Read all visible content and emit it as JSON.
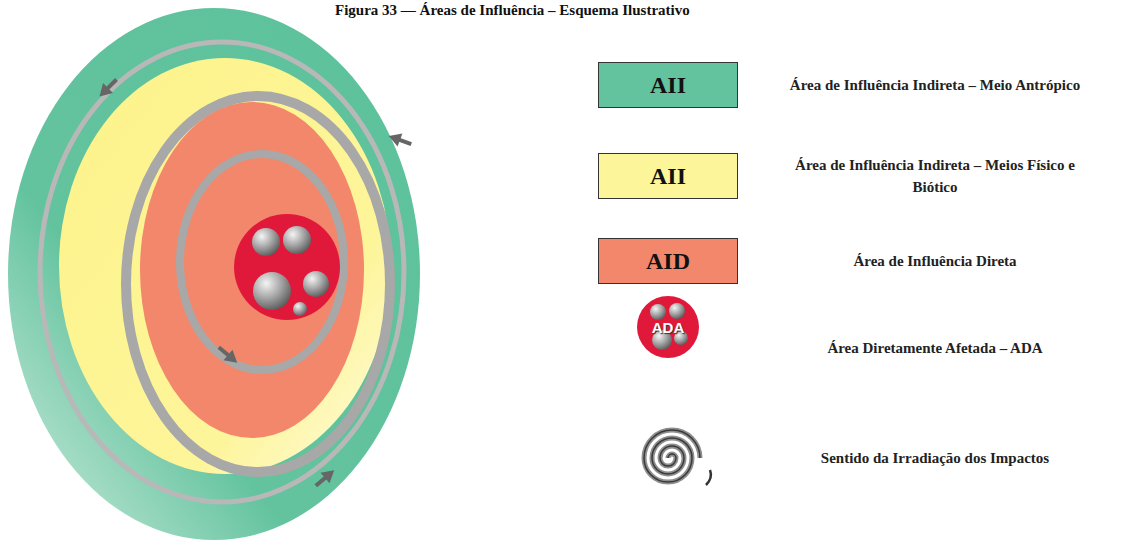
{
  "diagram": {
    "title": "Figura 33 — Áreas de Influência – Esquema Ilustrativo",
    "labels": [
      "AII",
      "AII",
      "AID",
      "ADA"
    ],
    "legend": [
      {
        "text": "Área de Influência Indireta – Meio Antrópico",
        "color": "#63c39e"
      },
      {
        "text": "Área de Influência Indireta – Meios Físico e Biótico",
        "color": "#fdf59a"
      },
      {
        "text": "Área de Influência Direta",
        "color": "#f3876b"
      },
      {
        "text": "Área Diretamente Afetada – ADA"
      },
      {
        "text": "Sentido da Irradiação dos Impactos"
      }
    ]
  }
}
